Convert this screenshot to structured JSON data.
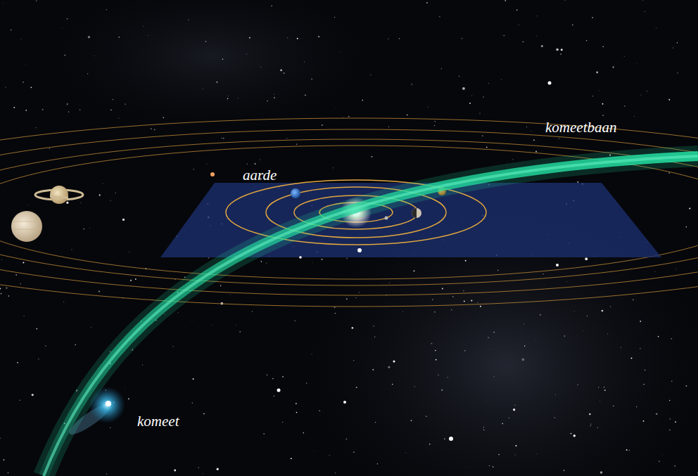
{
  "diagram": {
    "labels": [
      "komeetbaan",
      "aarde",
      "komeet"
    ]
  }
}
